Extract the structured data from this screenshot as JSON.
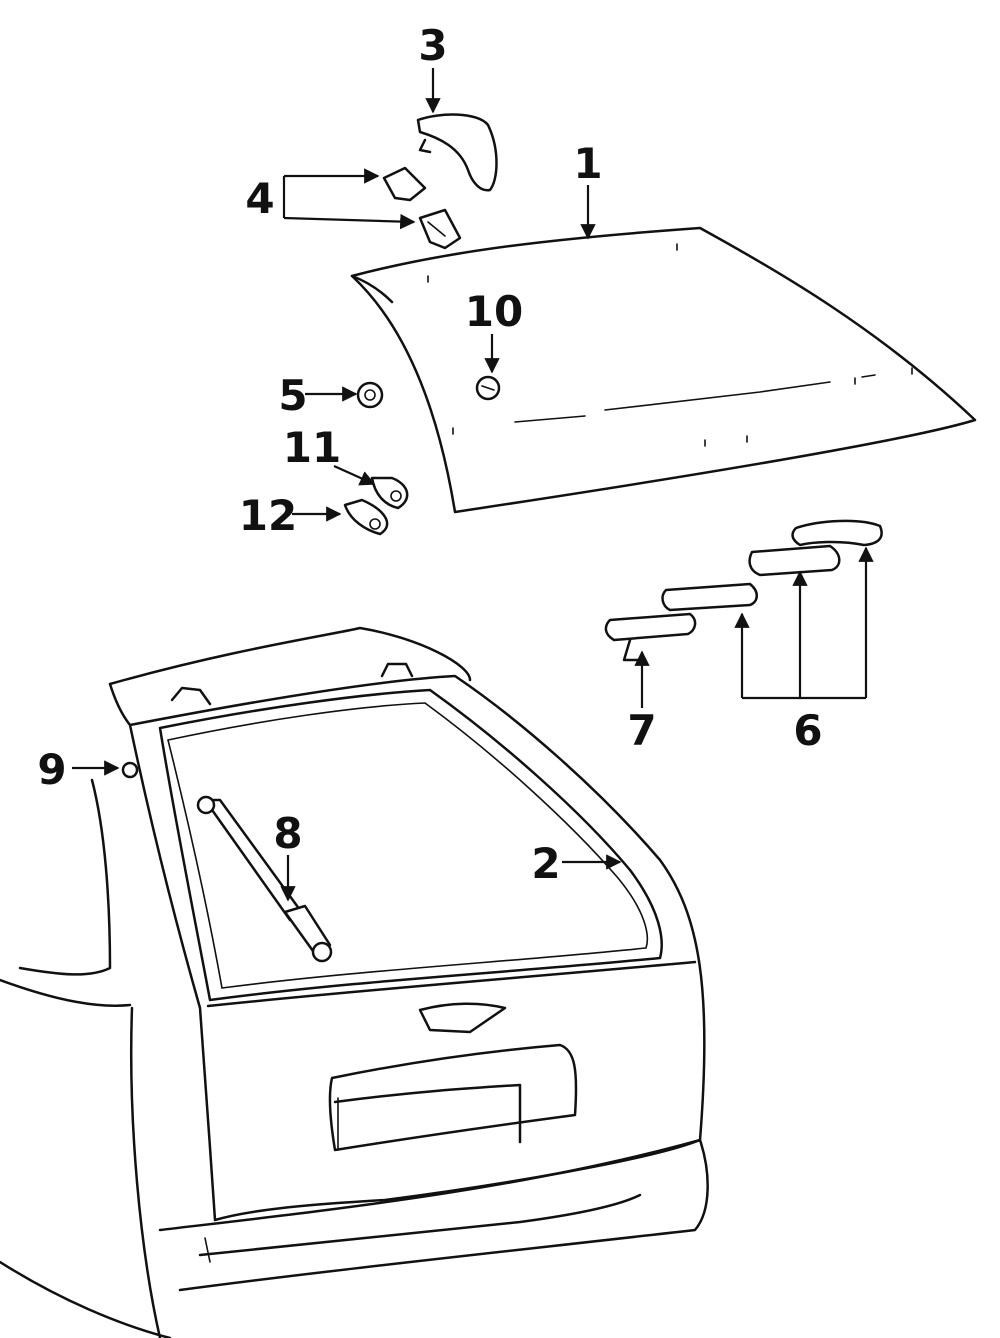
{
  "callouts": [
    {
      "id": "1",
      "label": "1"
    },
    {
      "id": "2",
      "label": "2"
    },
    {
      "id": "3",
      "label": "3"
    },
    {
      "id": "4",
      "label": "4"
    },
    {
      "id": "5",
      "label": "5"
    },
    {
      "id": "6",
      "label": "6"
    },
    {
      "id": "7",
      "label": "7"
    },
    {
      "id": "8",
      "label": "8"
    },
    {
      "id": "9",
      "label": "9"
    },
    {
      "id": "10",
      "label": "10"
    },
    {
      "id": "11",
      "label": "11"
    },
    {
      "id": "12",
      "label": "12"
    }
  ],
  "colors": {
    "ink": "#111111",
    "background": "#ffffff"
  }
}
